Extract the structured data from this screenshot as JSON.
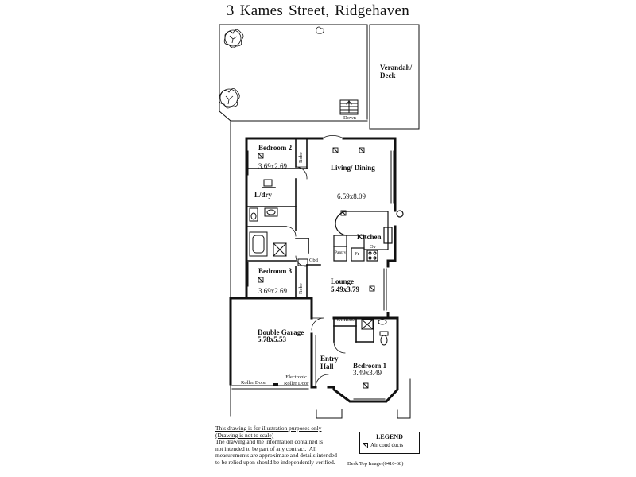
{
  "title": "3 Kames Street,  Ridgehaven",
  "rooms": {
    "verandah": "Verandah/\nDeck",
    "down": "Down",
    "bedroom2": {
      "name": "Bedroom 2",
      "dims": "3.69x2.69"
    },
    "robe_top": "Robe",
    "living": {
      "name": "Living/ Dining",
      "dims": "6.59x8.09"
    },
    "laundry": "L/dry",
    "kitchen": "Kitchen",
    "pantry": "Pantry",
    "fr": "Fr",
    "ov": "Ov",
    "cbd": "Cbd",
    "bedroom3": {
      "name": "Bedroom 3",
      "dims": "3.69x2.69"
    },
    "robe_mid": "Robe",
    "lounge": {
      "name": "Lounge",
      "dims": "5.49x3.79"
    },
    "garage": {
      "name": "Double Garage",
      "dims": "5.78x5.53"
    },
    "wirobe": "Wi Robe",
    "entry": "Entry\nHall",
    "bedroom1": {
      "name": "Bedroom 1",
      "dims": "3.49x3.49"
    },
    "roller_door": "Roller Door",
    "electronic_roller": "Electronic\nRoller Door"
  },
  "disclaimer": {
    "line1": "This drawing is for illustration purposes only",
    "line2": "(Drawing is not to scale)",
    "body": "The drawing and the information contained is\nnot intended to be part of any contract.  All\nmeasurements are approximate and details intended\nto be relied upon should be independently verified."
  },
  "legend": {
    "title": "LEGEND",
    "item": "Air cond ducts"
  },
  "credit": "Desk Top Image  (0410-68)"
}
